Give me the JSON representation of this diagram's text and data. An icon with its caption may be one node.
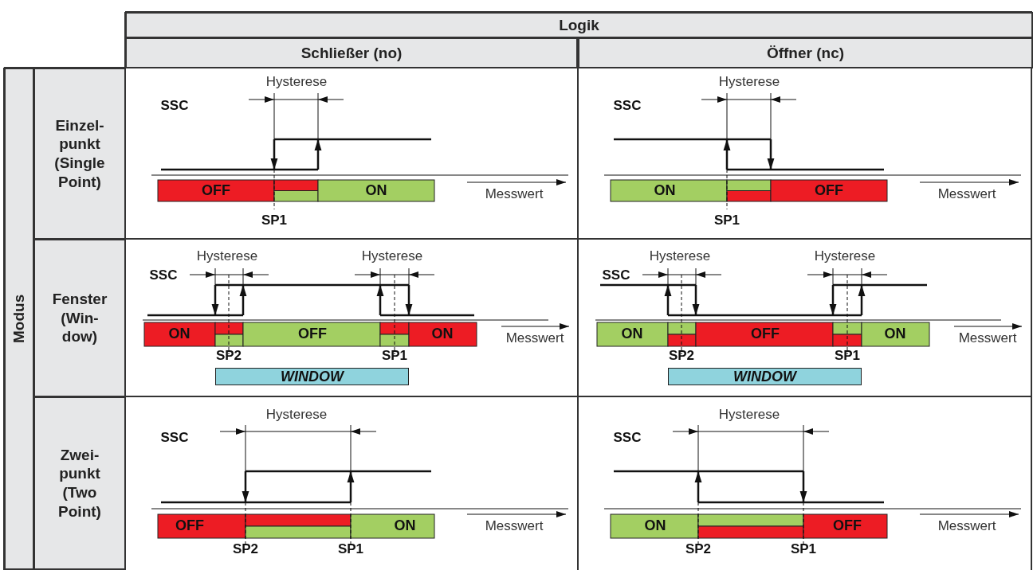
{
  "diagram": {
    "labels": [
      "Logik",
      "Schließer (no)",
      "Öffner (nc)",
      "Modus",
      "Einzel- punkt (Single Point)",
      "Hysterese",
      "SSC",
      "OFF",
      "ON",
      "Messwert",
      "SP1",
      "Hysterese",
      "SSC",
      "ON",
      "OFF",
      "Messwert",
      "SP1",
      "Fenster (Win- dow)",
      "Hysterese",
      "Hysterese",
      "SSC",
      "ON",
      "OFF",
      "ON",
      "Messwert",
      "SP2",
      "SP1",
      "WINDOW",
      "Hysterese",
      "Hysterese",
      "SSC",
      "ON",
      "OFF",
      "ON",
      "Messwert",
      "SP2",
      "SP1",
      "WINDOW",
      "Zwei- punkt (Two Point)",
      "Hysterese",
      "SSC",
      "OFF",
      "ON",
      "Messwert",
      "SP2",
      "SP1",
      "Hysterese",
      "SSC",
      "ON",
      "OFF",
      "Messwert",
      "SP2",
      "SP1"
    ]
  }
}
